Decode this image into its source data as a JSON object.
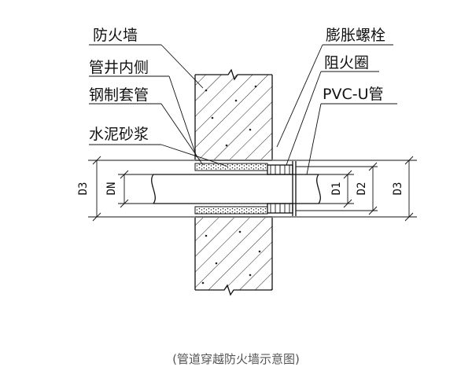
{
  "labels": {
    "fire_wall": "防火墙",
    "shaft_inner_side": "管井内侧",
    "steel_sleeve": "钢制套管",
    "cement_mortar": "水泥砂浆",
    "expansion_bolt": "膨胀螺栓",
    "fire_ring": "阻火圈",
    "pvc_pipe": "PVC-U管"
  },
  "dimensions": {
    "d3_left": "D3",
    "dn": "DN",
    "d1": "D1",
    "d2": "D2",
    "d3_right": "D3"
  },
  "caption": "(管道穿越防火墙示意图)"
}
